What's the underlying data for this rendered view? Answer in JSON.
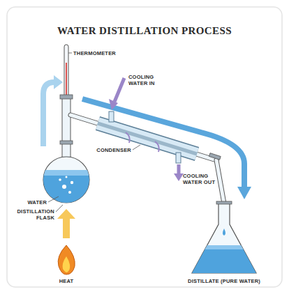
{
  "diagram": {
    "title": "WATER DISTILLATION PROCESS",
    "labels": [
      "THERMOMETER",
      "COOLING WATER IN",
      "CONDENSER",
      "COOLING WATER OUT",
      "WATER",
      "DISTILLATION FLASK",
      "HEAT",
      "DISTILLATE (PURE WATER)"
    ]
  }
}
